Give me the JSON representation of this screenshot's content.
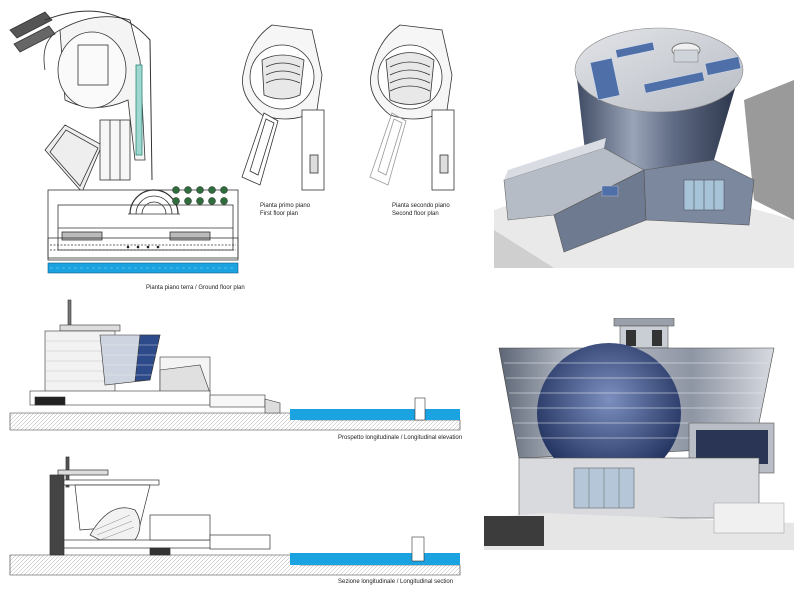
{
  "captions": {
    "ground_floor": "Pianta piano terra  /  Ground floor plan",
    "first_floor_it": "Pianta primo piano",
    "first_floor_en": "First floor plan",
    "second_floor_it": "Pianta secondo piano",
    "second_floor_en": "Second floor plan",
    "elevation": "Prospetto longitudinale  /  Longitudinal elevation",
    "section": "Sezione longitudinale  /  Longitudinal section"
  },
  "colors": {
    "water": "#1aa3e0",
    "glass": "#2d4a8a",
    "steel": "#8a8f99",
    "line": "#333333"
  }
}
